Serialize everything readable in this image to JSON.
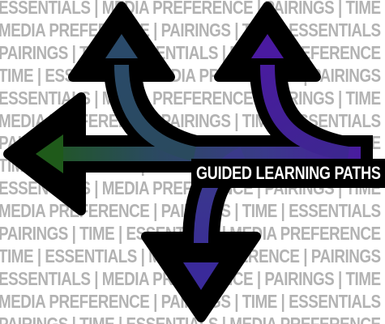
{
  "background_phrases": [
    "ESSENTIALS | MEDIA PREFERENCE | PAIRINGS | TIME",
    "MEDIA PREFERENCE | PAIRINGS | TIME | ESSENTIALS",
    "PAIRINGS | TIME | ESSENTIALS | MEDIA PREFERENCE",
    "TIME | ESSENTIALS | MEDIA PREFERENCE | PAIRINGS",
    "ESSENTIALS | MEDIA PREFERENCE | PAIRINGS | TIME",
    "MEDIA PREFERENCE | PAIRINGS | TIME | ESSENTIALS",
    "PAIRINGS | TIME | ESSENTIALS | MEDIA PREFERENCE",
    "TIME | ESSENTIALS | MEDIA PREFERENCE | PAIRINGS",
    "ESSENTIALS | MEDIA PREFERENCE | PAIRINGS | TIME",
    "MEDIA PREFERENCE | PAIRINGS | TIME | ESSENTIALS",
    "PAIRINGS | TIME | ESSENTIALS | MEDIA PREFERENCE",
    "TIME | ESSENTIALS | MEDIA PREFERENCE | PAIRINGS",
    "ESSENTIALS | MEDIA PREFERENCE | PAIRINGS | TIME",
    "MEDIA PREFERENCE | PAIRINGS | TIME | ESSENTIALS",
    "PAIRINGS | TIME | ESSENTIALS | MEDIA PREFERENCE"
  ],
  "banner": {
    "title": "GUIDED LEARNING PATHS"
  },
  "icon": {
    "name": "branching-arrows-icon",
    "colors": {
      "outline": "#000000",
      "green": "#1f5a1a",
      "teal": "#2a4a5e",
      "indigo": "#3a3a8a",
      "purple": "#4a1aa0"
    }
  },
  "colors": {
    "background": "#ffffff",
    "background_text": "#b3b3b3",
    "banner_bg": "#000000",
    "banner_text": "#ffffff"
  }
}
